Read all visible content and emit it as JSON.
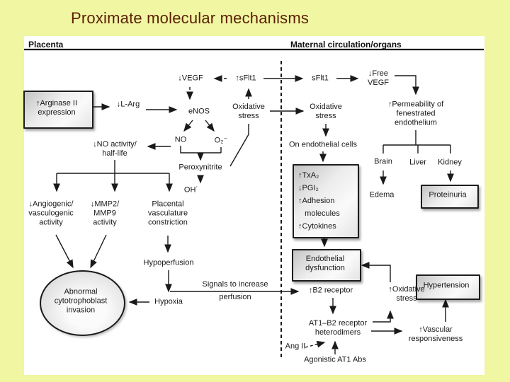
{
  "title": "Proximate molecular mechanisms",
  "headers": {
    "left": "Placenta",
    "right": "Maternal circulation/organs"
  },
  "colors": {
    "background": "#f0f6a2",
    "panel": "#ffffff",
    "title_text": "#5b1f04",
    "line": "#1a1a1a",
    "box_fill": "#dcdcdc"
  },
  "nodes": {
    "vegf": "↓VEGF",
    "sflt1_placenta": "↑sFlt1",
    "sflt1_maternal": "sFlt1",
    "free_vegf": "↓Free\nVEGF",
    "permeability": "↑Permeability of\nfenestrated\nendothelium",
    "arginase": "↑Arginase II\nexpression",
    "l_arg": "↓L-Arg",
    "enos": "eNOS",
    "oxidative_stress_placenta": "Oxidative\nstress",
    "oxidative_stress_maternal": "Oxidative\nstress",
    "no_activity": "↓NO activity/\nhalf-life",
    "nitric_oxide": "NO",
    "superoxide": "O₂⁻",
    "peroxynitrite": "Peroxynitrite",
    "hydroxyl_radical": "OH˙",
    "on_endothelial_cells": "On endothelial cells",
    "endothelial_effects": "↑TxA₂\n↓PGI₂\n↑Adhesion\n   molecules\n↑Cytokines",
    "brain": "Brain",
    "liver": "Liver",
    "kidney": "Kidney",
    "edema": "Edema",
    "proteinuria": "Proteinuria",
    "angiogenic": "↓Angiogenic/\nvasculogenic\nactivity",
    "mmp": "↓MMP2/\nMMP9\nactivity",
    "vasculature_constriction": "Placental\nvasculature\nconstriction",
    "hypoperfusion": "Hypoperfusion",
    "signals": "Signals to increase\nperfusion",
    "hypoxia": "Hypoxia",
    "abnormal_invasion": "Abnormal\ncytotrophoblast\ninvasion",
    "endothelial_dysfunction": "Endothelial\ndysfunction",
    "b2_receptor": "↑B2 receptor",
    "oxidative_stress_vascular": "↑Oxidative\nstress",
    "hypertension": "Hypertension",
    "at1_b2_heterodimers": "AT1–B2 receptor\nheterodimers",
    "ang_ii": "Ang II",
    "agonistic_at1": "Agonistic AT1 Abs",
    "vascular_responsiveness": "↑Vascular\nresponsiveness"
  }
}
